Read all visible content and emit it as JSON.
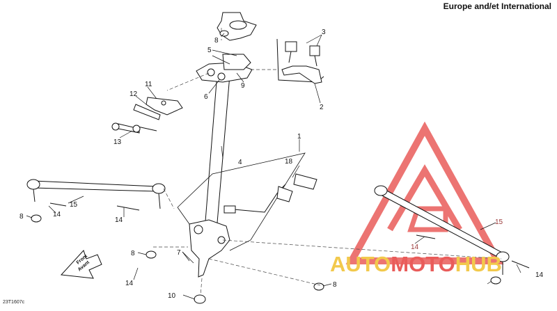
{
  "header": {
    "region_label": "Europe and/et International"
  },
  "footer": {
    "drawing_code": "23T1607c"
  },
  "watermark": {
    "text_part1": "AUTO",
    "text_part2": "MOTO",
    "text_part3": "HUB",
    "colors": {
      "primary": "#e95c5a",
      "secondary": "#f2c94c"
    }
  },
  "direction_arrow": {
    "line1": "Front",
    "line2": "Avant"
  },
  "callouts": {
    "c1": "1",
    "c2": "2",
    "c3": "3",
    "c4": "4",
    "c5": "5",
    "c6": "6",
    "c7": "7",
    "c8a": "8",
    "c8b": "8",
    "c8c": "8",
    "c8d": "8",
    "c9": "9",
    "c10": "10",
    "c11": "11",
    "c12": "12",
    "c13": "13",
    "c14a": "14",
    "c14b": "14",
    "c14c": "14",
    "c14d": "14",
    "c14e": "14",
    "c15a": "15",
    "c15b": "15",
    "c18": "18"
  }
}
